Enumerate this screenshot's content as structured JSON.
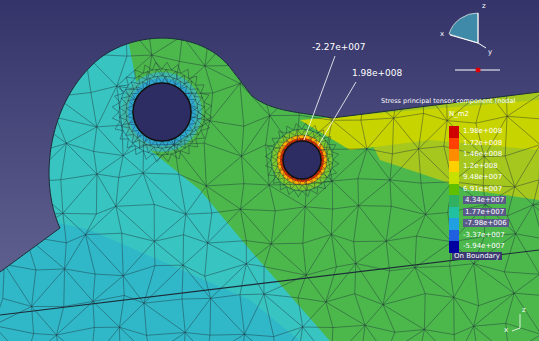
{
  "diagram": {
    "labels": [
      "-2.27e+007",
      "1.98e+008",
      "Stress principal tensor component (nodal",
      "N_m2",
      "On Boundary",
      "z",
      "x",
      "y",
      "z",
      "x"
    ],
    "legend": [
      {
        "text": "1.98e+008",
        "color": "#d00000"
      },
      {
        "text": "1.72e+008",
        "color": "#ff4000"
      },
      {
        "text": "1.46e+008",
        "color": "#ff8c00"
      },
      {
        "text": "1.2e+008",
        "color": "#ffd000"
      },
      {
        "text": "9.48e+007",
        "color": "#c8e000"
      },
      {
        "text": "6.91e+007",
        "color": "#60c000"
      },
      {
        "text": "4.34e+007",
        "color": "#30b060"
      },
      {
        "text": "1.77e+007",
        "color": "#20c0a0"
      },
      {
        "text": "-7.98e+006",
        "color": "#20a0e0"
      },
      {
        "text": "-3.37e+007",
        "color": "#2060e0"
      },
      {
        "text": "-5.94e+007",
        "color": "#0000a0"
      }
    ]
  }
}
